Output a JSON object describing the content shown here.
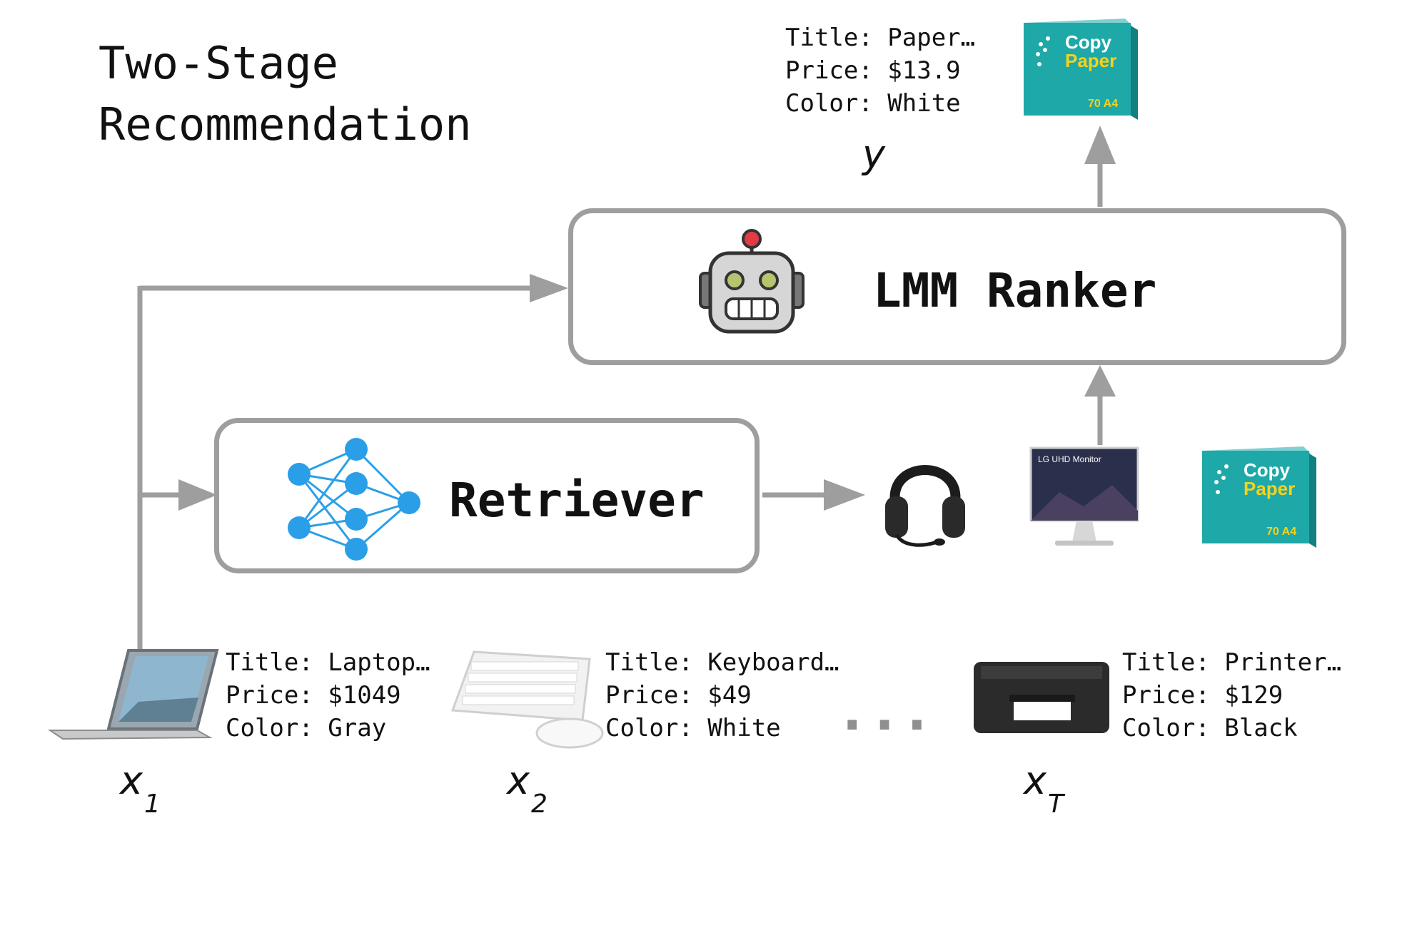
{
  "title": {
    "line1": "Two-Stage",
    "line2": "Recommendation"
  },
  "ranker": {
    "label": "LMM Ranker",
    "icon": "robot-icon"
  },
  "retriever": {
    "label": "Retriever",
    "icon": "neural-network-icon"
  },
  "output": {
    "variable": "y",
    "title": "Title: Paper…",
    "price": "Price: $13.9",
    "color": "Color: White",
    "image": "copy-paper-box"
  },
  "candidates": [
    {
      "image": "headset"
    },
    {
      "image": "lg-uhd-monitor",
      "brand_text": "LG UHD Monitor"
    },
    {
      "image": "copy-paper-box",
      "brand_text": "Copy Paper"
    }
  ],
  "items": [
    {
      "var": "x",
      "sub": "1",
      "title": "Title: Laptop…",
      "price": "Price: $1049",
      "color": "Color: Gray",
      "image": "laptop"
    },
    {
      "var": "x",
      "sub": "2",
      "title": "Title: Keyboard…",
      "price": "Price: $49",
      "color": "Color: White",
      "image": "keyboard-and-mouse"
    },
    {
      "var": "x",
      "sub": "T",
      "title": "Title: Printer…",
      "price": "Price: $129",
      "color": "Color: Black",
      "image": "printer"
    }
  ],
  "ellipsis": "...",
  "colors": {
    "arrow": "#9e9e9e",
    "network": "#2a9fe8",
    "paper_box": "#1fa8a8"
  }
}
